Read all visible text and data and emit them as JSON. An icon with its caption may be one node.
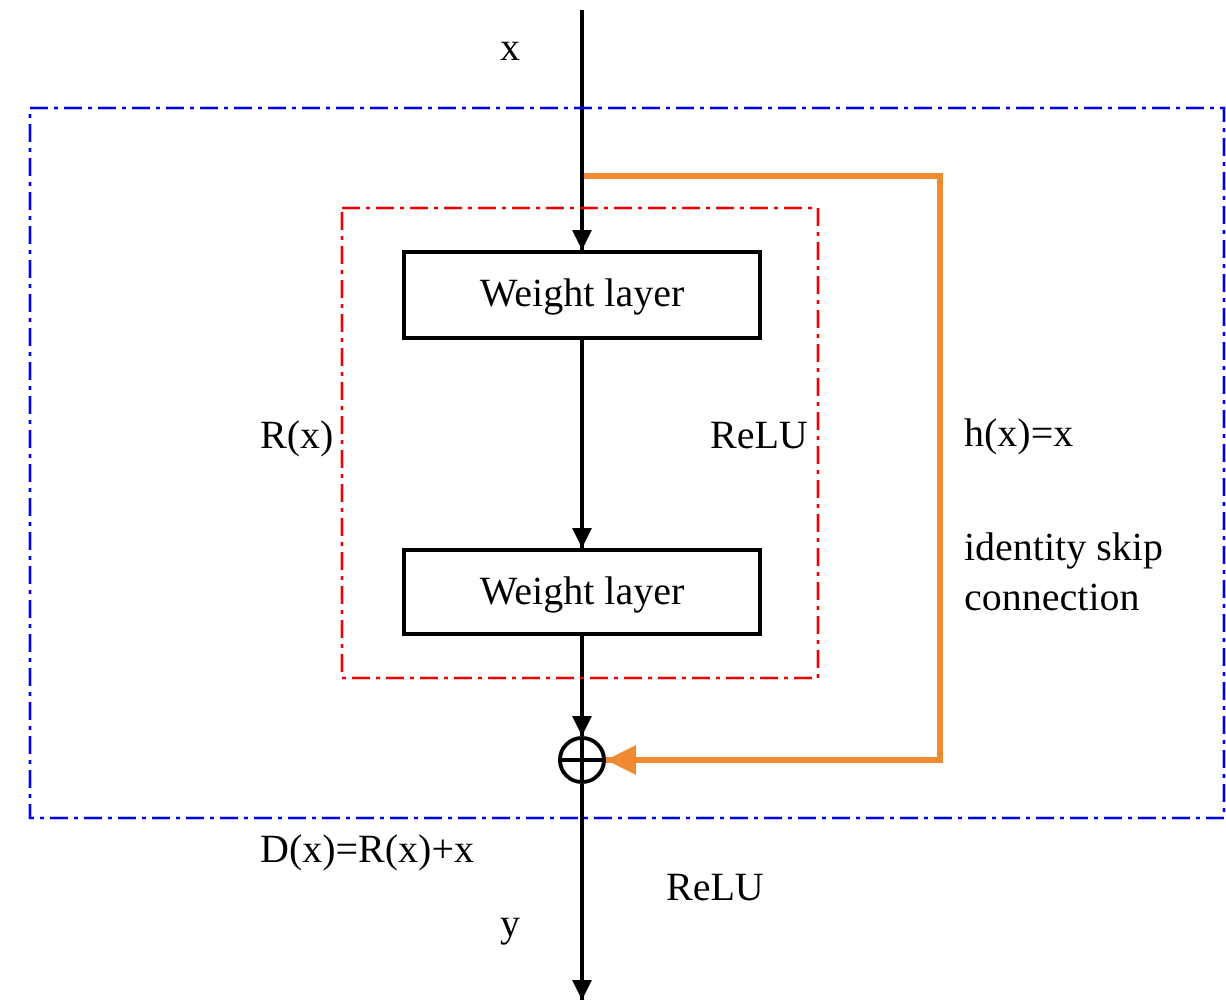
{
  "diagram": {
    "nodes": [
      {
        "text": [],
        "shape": "box"
      },
      {
        "text": [],
        "shape": "box",
        "in": 0
      },
      {
        "text": [
          "Weight layer"
        ],
        "in": 1
      },
      {
        "text": [
          "Weight layer"
        ],
        "in": 1
      },
      {
        "text": [],
        "shape": "circle",
        "in": 0
      }
    ],
    "edges": [
      {
        "from": null,
        "to": 2,
        "arrow": "to"
      },
      {
        "from": 2,
        "to": 3,
        "arrow": "to"
      },
      {
        "from": 3,
        "to": 4,
        "arrow": "to"
      },
      {
        "from": 4,
        "to": null,
        "arrow": "to"
      },
      {
        "from": null,
        "to": 4,
        "arrow": "to",
        "color": "#f08a32"
      }
    ],
    "labels": [
      "x",
      "R(x)",
      "ReLU",
      "h(x)=x",
      "identity skip connection",
      "D(x)=R(x)+x",
      "ReLU",
      "y"
    ]
  }
}
